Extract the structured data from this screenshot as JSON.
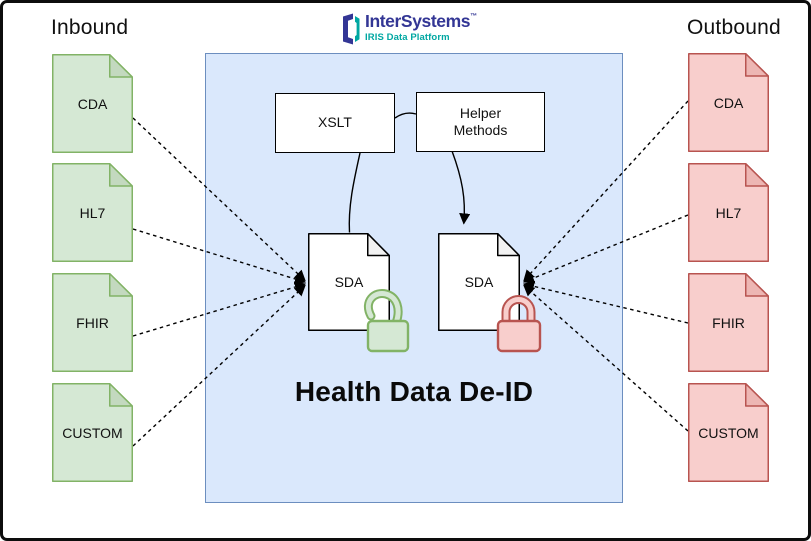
{
  "header": {
    "inbound_label": "Inbound",
    "outbound_label": "Outbound"
  },
  "logo": {
    "brand": "InterSystems",
    "trademark": "TM",
    "subtitle": "IRIS Data Platform",
    "brand_color": "#333695",
    "subtitle_color": "#00A7A2"
  },
  "inbound": {
    "docs": [
      "CDA",
      "HL7",
      "FHIR",
      "CUSTOM"
    ]
  },
  "outbound": {
    "docs": [
      "CDA",
      "HL7",
      "FHIR",
      "CUSTOM"
    ]
  },
  "process": {
    "title": "Health Data De-ID",
    "xslt_label": "XSLT",
    "helper_lines": [
      "Helper",
      "Methods"
    ],
    "sda_in_label": "SDA",
    "sda_out_label": "SDA"
  },
  "colors": {
    "inbound_doc_fill": "#d5e8d4",
    "inbound_doc_stroke": "#82b366",
    "outbound_doc_fill": "#f8cecc",
    "outbound_doc_stroke": "#b85450",
    "container_fill": "#dae8fc",
    "container_stroke": "#6c8ebf",
    "unlock_icon": "#82b366",
    "lock_icon": "#b85450",
    "connector": "#000000"
  }
}
